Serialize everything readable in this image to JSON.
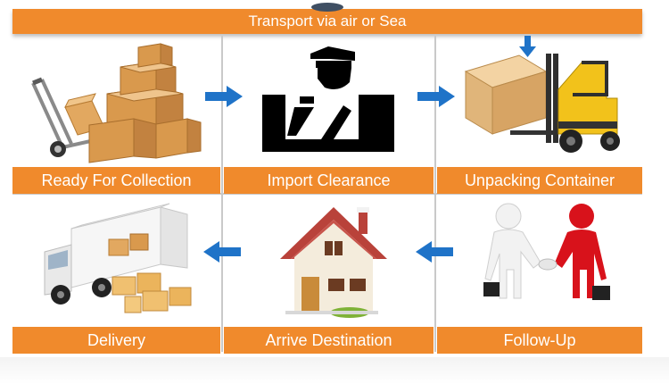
{
  "header": {
    "title": "Transport via air or Sea"
  },
  "steps": [
    {
      "label": "Ready For Collection",
      "icon": "hand-truck-boxes-icon"
    },
    {
      "label": "Import Clearance",
      "icon": "customs-officer-icon"
    },
    {
      "label": "Unpacking Container",
      "icon": "forklift-icon"
    },
    {
      "label": "Follow-Up",
      "icon": "handshake-icon"
    },
    {
      "label": "Arrive Destination",
      "icon": "house-icon"
    },
    {
      "label": "Delivery",
      "icon": "delivery-truck-icon"
    }
  ],
  "colors": {
    "accent": "#f08a2c",
    "arrow": "#1f73c8"
  }
}
